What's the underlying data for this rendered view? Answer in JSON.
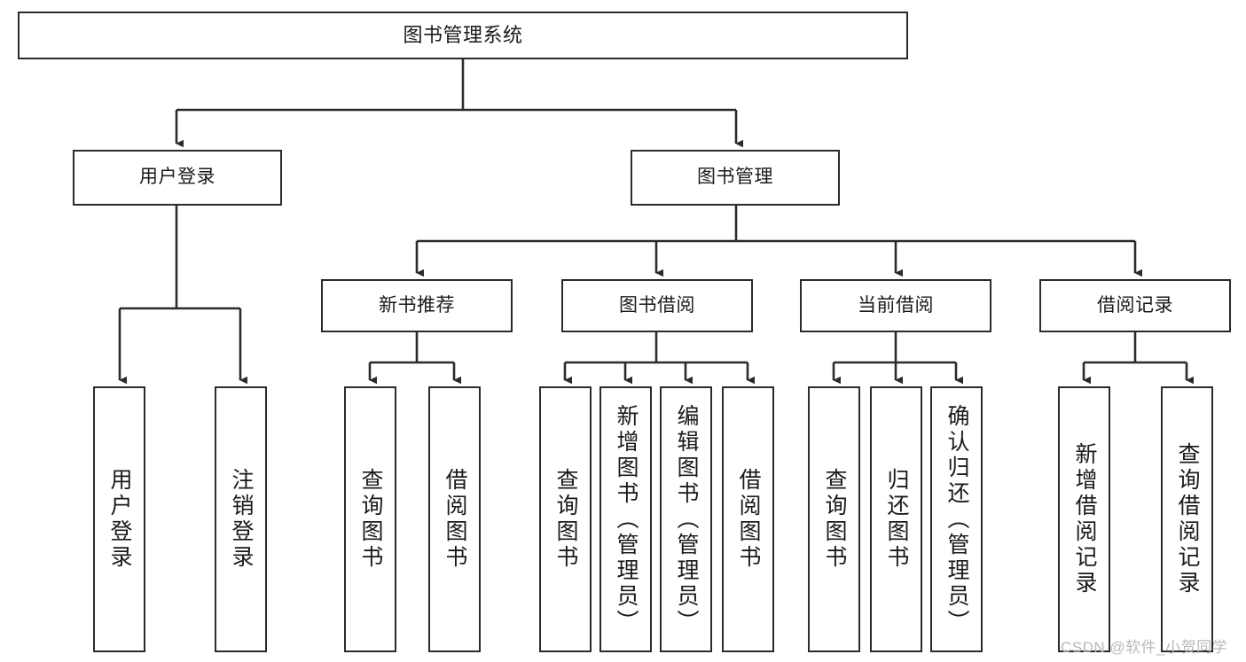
{
  "diagram": {
    "type": "tree",
    "title": "图书管理系统",
    "orientation": "top-down",
    "style": {
      "box_border_color": "#2b2b2b",
      "box_fill_color": "#ffffff",
      "line_color": "#2b2b2b",
      "text_color": "#1a1a1a",
      "background": "#ffffff"
    },
    "nodes": {
      "root": {
        "label": "图书管理系统",
        "level": 0
      },
      "l1": [
        {
          "label": "用户登录",
          "level": 1
        },
        {
          "label": "图书管理",
          "level": 1
        }
      ],
      "l2": [
        {
          "label": "新书推荐",
          "level": 2,
          "parent": "图书管理"
        },
        {
          "label": "图书借阅",
          "level": 2,
          "parent": "图书管理"
        },
        {
          "label": "当前借阅",
          "level": 2,
          "parent": "图书管理"
        },
        {
          "label": "借阅记录",
          "level": 2,
          "parent": "图书管理"
        }
      ],
      "leaves": [
        {
          "label": "用户登录",
          "parent": "用户登录",
          "group": "user-login"
        },
        {
          "label": "注销登录",
          "parent": "用户登录",
          "group": "user-login"
        },
        {
          "label": "查询图书",
          "parent": "新书推荐",
          "group": "new-book-recommend"
        },
        {
          "label": "借阅图书",
          "parent": "新书推荐",
          "group": "new-book-recommend"
        },
        {
          "label": "查询图书",
          "parent": "图书借阅",
          "group": "book-borrow"
        },
        {
          "label": "新增图书（管理员）",
          "parent": "图书借阅",
          "group": "book-borrow"
        },
        {
          "label": "编辑图书（管理员）",
          "parent": "图书借阅",
          "group": "book-borrow"
        },
        {
          "label": "借阅图书",
          "parent": "图书借阅",
          "group": "book-borrow"
        },
        {
          "label": "查询图书",
          "parent": "当前借阅",
          "group": "current-borrow"
        },
        {
          "label": "归还图书",
          "parent": "当前借阅",
          "group": "current-borrow"
        },
        {
          "label": "确认归还（管理员）",
          "parent": "当前借阅",
          "group": "current-borrow"
        },
        {
          "label": "新增借阅记录",
          "parent": "借阅记录",
          "group": "borrow-record"
        },
        {
          "label": "查询借阅记录",
          "parent": "借阅记录",
          "group": "borrow-record"
        }
      ]
    }
  },
  "watermark": {
    "text": "CSDN @软件_小贺同学"
  }
}
